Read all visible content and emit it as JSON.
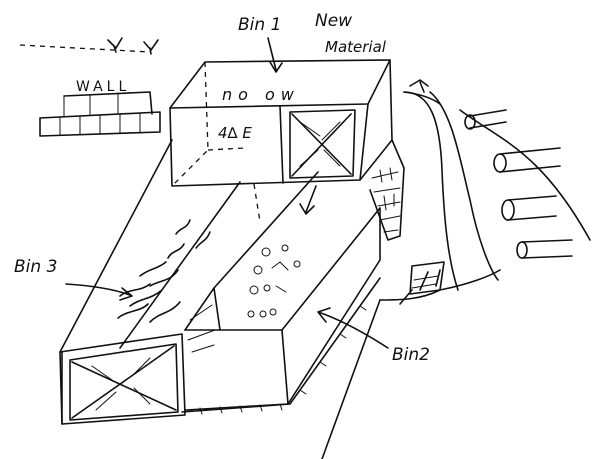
{
  "labels": {
    "bin1": "Bin 1",
    "new_material_line1": "New",
    "new_material_line2": "Material",
    "wall": "WALL",
    "bin2": "Bin2",
    "bin3": "Bin 3"
  },
  "markings": {
    "bin1_top_scribble": "no ow",
    "bin1_front_scribble": "4∆ E"
  }
}
